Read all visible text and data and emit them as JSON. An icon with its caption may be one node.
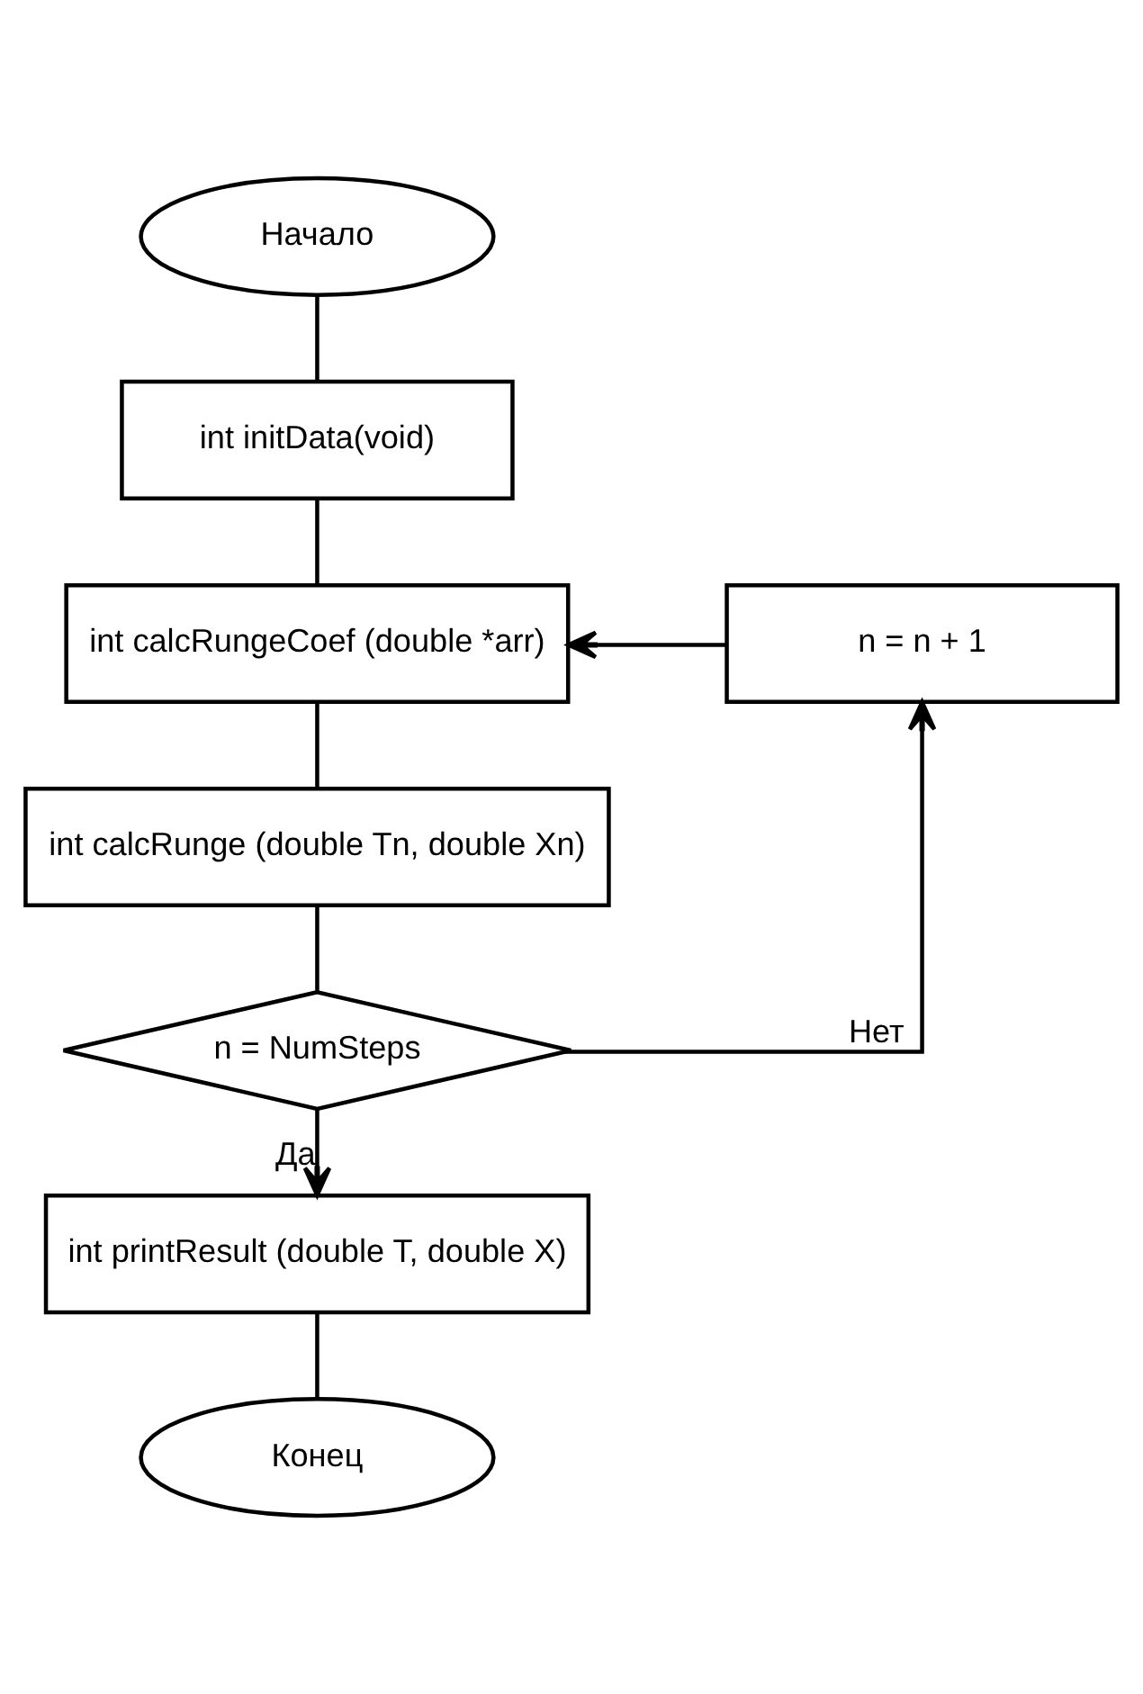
{
  "diagram": {
    "nodes": [
      {
        "text": [
          "Начало"
        ]
      },
      {
        "text": [
          "int initData(void)"
        ]
      },
      {
        "text": [
          "int calcRungeCoef (double *arr)"
        ]
      },
      {
        "text": [
          "n = n + 1"
        ]
      },
      {
        "text": [
          "int calcRunge (double Tn, double Xn)"
        ]
      },
      {
        "text": [
          "n = NumSteps"
        ]
      },
      {
        "text": [
          "int printResult (double T, double X)"
        ]
      },
      {
        "text": [
          "Конец"
        ]
      }
    ],
    "edges": [
      {
        "from": 0,
        "to": 1,
        "arrow": "none"
      },
      {
        "from": 1,
        "to": 2,
        "arrow": "none"
      },
      {
        "from": 3,
        "to": 2,
        "arrow": "to"
      },
      {
        "from": 2,
        "to": 4,
        "arrow": "none"
      },
      {
        "from": 4,
        "to": 5,
        "arrow": "none"
      },
      {
        "from": 5,
        "to": 3,
        "arrow": "to",
        "label": "Нет"
      },
      {
        "from": 5,
        "to": 6,
        "arrow": "to",
        "label": "Да"
      },
      {
        "from": 6,
        "to": 7,
        "arrow": "none"
      }
    ]
  }
}
